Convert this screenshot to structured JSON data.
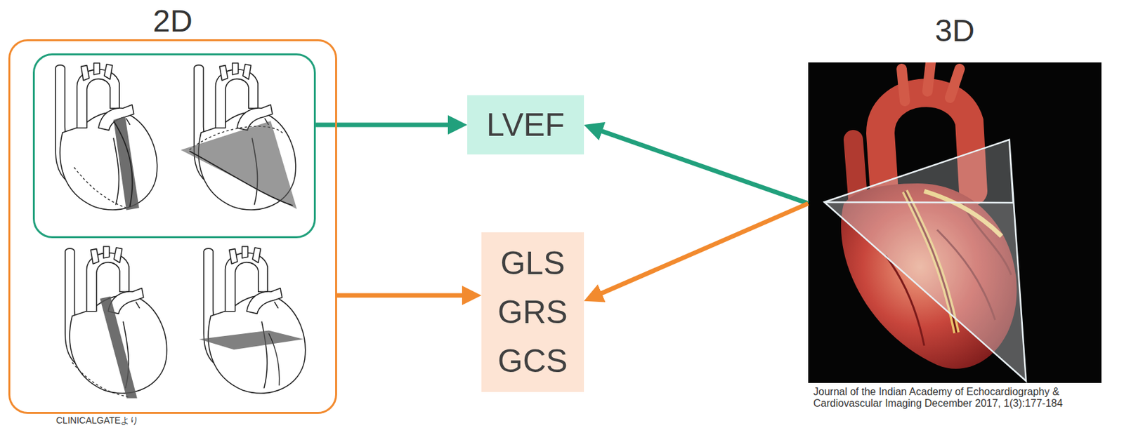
{
  "diagram": {
    "nodes": [
      {
        "text": [
          "2D"
        ]
      },
      {
        "text": [],
        "in": 0
      },
      {
        "text": [
          "LVEF"
        ]
      },
      {
        "text": [
          "GLS",
          "GRS",
          "GCS"
        ]
      },
      {
        "text": [
          "3D"
        ]
      }
    ],
    "edges": [
      {
        "from": 1,
        "to": 2,
        "arrow": "to"
      },
      {
        "from": 4,
        "to": 2,
        "arrow": "to"
      },
      {
        "from": 0,
        "to": 3,
        "arrow": "to"
      },
      {
        "from": 4,
        "to": 3,
        "arrow": "to"
      }
    ],
    "labels": [
      "CLINICALGATEより",
      "Journal of the Indian Academy of Echocardiography & Cardiovascular Imaging December 2017, 1(3):177-184"
    ]
  }
}
